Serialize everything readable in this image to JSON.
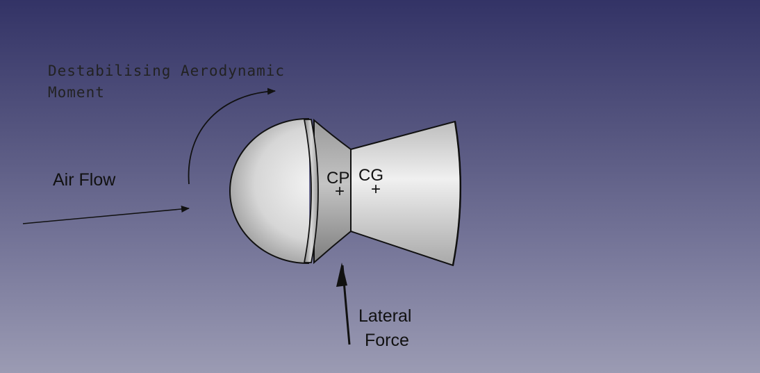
{
  "labels": {
    "moment_line1": "Destabilising Aerodynamic",
    "moment_line2": "Moment",
    "air_flow": "Air Flow",
    "lateral_line1": "Lateral",
    "lateral_line2": "Force",
    "cp": "CP",
    "cg": "CG",
    "cp_marker": "+",
    "cg_marker": "+"
  },
  "colors": {
    "background_top": "#333366",
    "background_bottom": "#9b9bb3",
    "body_light": "#f2f2f2",
    "body_shadow": "#8a8a8a",
    "outline": "#111111",
    "arrow": "#111111"
  }
}
